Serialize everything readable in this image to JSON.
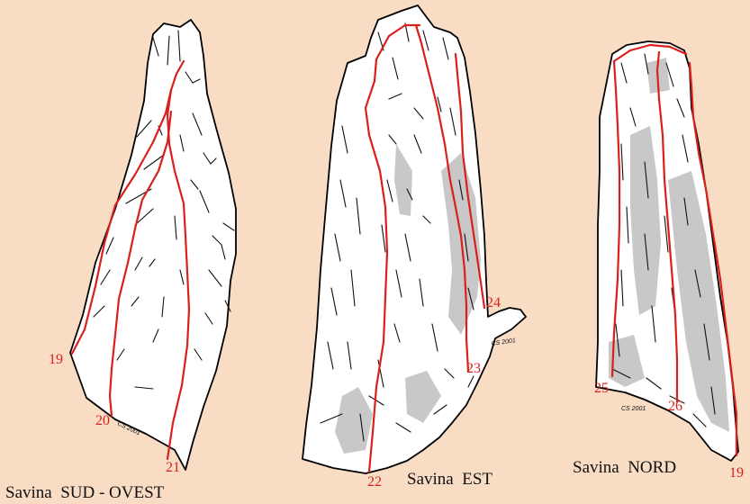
{
  "faces": [
    {
      "label": "Savina  SUD - OVEST",
      "routes": [
        "19",
        "20",
        "21"
      ],
      "signature": "CS 2001"
    },
    {
      "label": "Savina  EST",
      "routes": [
        "22",
        "23",
        "24"
      ],
      "signature": "CS 2001"
    },
    {
      "label": "Savina  NORD",
      "routes": [
        "25",
        "26",
        "19"
      ],
      "signature": "CS 2001"
    }
  ],
  "colors": {
    "background": "#f9dcc4",
    "route": "#d9201c",
    "shading": "#c8c8c8",
    "ink": "#111111"
  }
}
